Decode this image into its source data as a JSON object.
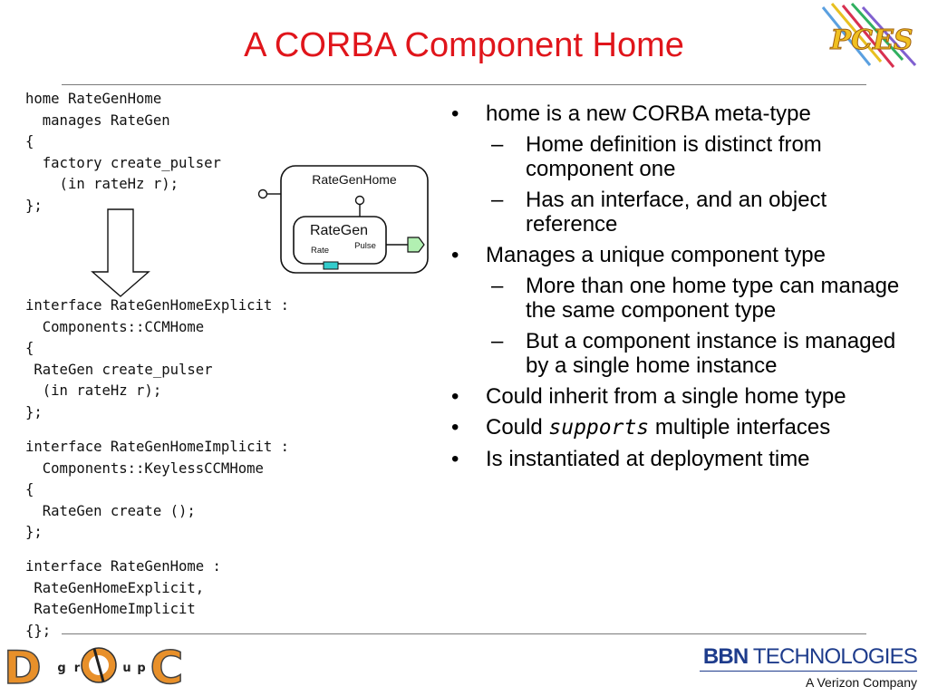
{
  "slide": {
    "title": "A CORBA Component Home"
  },
  "code_blocks": [
    "home RateGenHome\n  manages RateGen\n{\n  factory create_pulser\n    (in rateHz r);\n};",
    "interface RateGenHomeExplicit :\n  Components::CCMHome\n{\n RateGen create_pulser\n  (in rateHz r);\n};",
    "interface RateGenHomeImplicit :\n  Components::KeylessCCMHome\n{\n  RateGen create ();\n};",
    "interface RateGenHome :\n RateGenHomeExplicit,\n RateGenHomeImplicit\n{};"
  ],
  "diagram": {
    "home_label": "RateGenHome",
    "component_label": "RateGen",
    "rate_label": "Rate",
    "pulse_label": "Pulse",
    "colors": {
      "rate_port": "#33cccc",
      "pulse_port": "#b2f0b2"
    }
  },
  "bullets": {
    "b1": "home is a new CORBA meta-type",
    "b1_1": "Home definition is distinct from component one",
    "b1_2": "Has an interface, and an object reference",
    "b2": "Manages a unique component type",
    "b2_1": "More than one home type can manage the same component type",
    "b2_2": "But a component instance is managed by a single home instance",
    "b3": "Could inherit from a single home type",
    "b4_pre": "Could ",
    "b4_code": "supports",
    "b4_post": " multiple interfaces",
    "b5": "Is instantiated at deployment time"
  },
  "footer": {
    "doc_logo_letters": {
      "d": "D",
      "o": "O",
      "c": "C",
      "g": "g",
      "r": "r",
      "u": "u",
      "p": "p"
    },
    "bbn_name_bold": "BBN",
    "bbn_name_rest": " TECHNOLOGIES",
    "bbn_subtitle": "A Verizon Company",
    "pces_logo": "PCES"
  },
  "colors": {
    "title": "#e0151b",
    "bbn": "#1e3c8c",
    "doc_orange": "#e8902a",
    "rule": "#7a7a7a"
  }
}
